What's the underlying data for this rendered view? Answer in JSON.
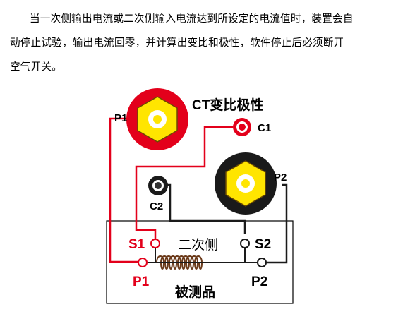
{
  "paragraph": {
    "line1": "当一次侧输出电流或二次侧输入电流达到所设定的电流值时，装置会自",
    "line2": "动停止试验，输出电流回零，并计算出变比和极性，软件停止后必须断开",
    "line3": "空气开关。"
  },
  "diagram": {
    "title": "CT变比极性",
    "terminals": {
      "p1_top": "P1",
      "c1": "C1",
      "c2": "C2",
      "p2_top": "P2",
      "s1": "S1",
      "s2": "S2",
      "p1_bottom": "P1",
      "p2_bottom": "P2"
    },
    "secondary_label": "二次侧",
    "dut_label": "被测品",
    "colors": {
      "red": "#e3001b",
      "black": "#1a1a1a",
      "yellow": "#ffe500",
      "box": "#000000"
    }
  }
}
